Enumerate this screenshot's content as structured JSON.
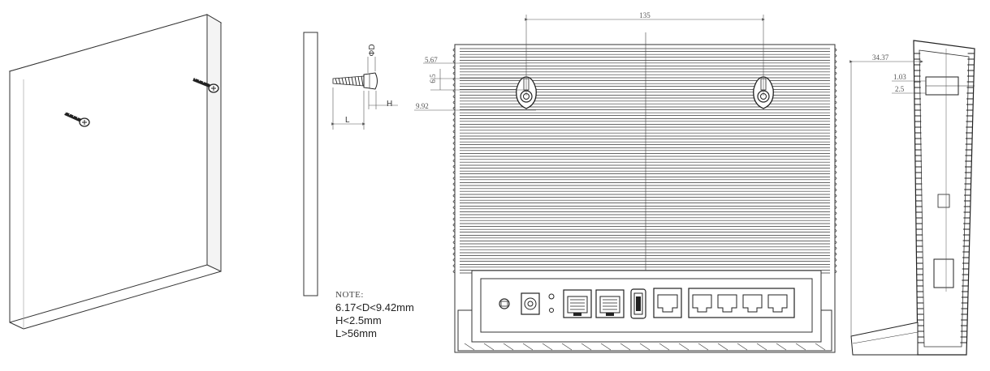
{
  "note": {
    "heading": "NOTE:",
    "lines": [
      "6.17<D<9.42mm",
      "H<2.5mm",
      "L>56mm"
    ]
  },
  "screw_detail": {
    "label_d": "ΦD",
    "label_h": "H",
    "label_l": "L"
  },
  "rear_view": {
    "width_dim": "135",
    "dims_left": [
      "5.67",
      "6.5",
      "9.92"
    ]
  },
  "side_view": {
    "dims": [
      "34.37",
      "1.03",
      "2.5"
    ]
  }
}
